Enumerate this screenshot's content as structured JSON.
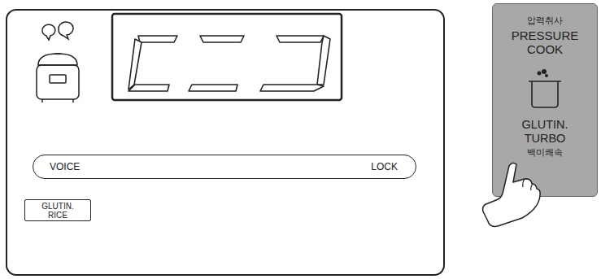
{
  "diagram": {
    "nodes": [
      {
        "text": [
          "VOICE",
          "LOCK"
        ]
      },
      {
        "text": [
          "GLUTIN. RICE"
        ]
      },
      {
        "text": [
          "압력취사",
          "PRESSURE COOK",
          "GLUTIN. TURBO",
          "백미쾌속"
        ]
      }
    ]
  }
}
